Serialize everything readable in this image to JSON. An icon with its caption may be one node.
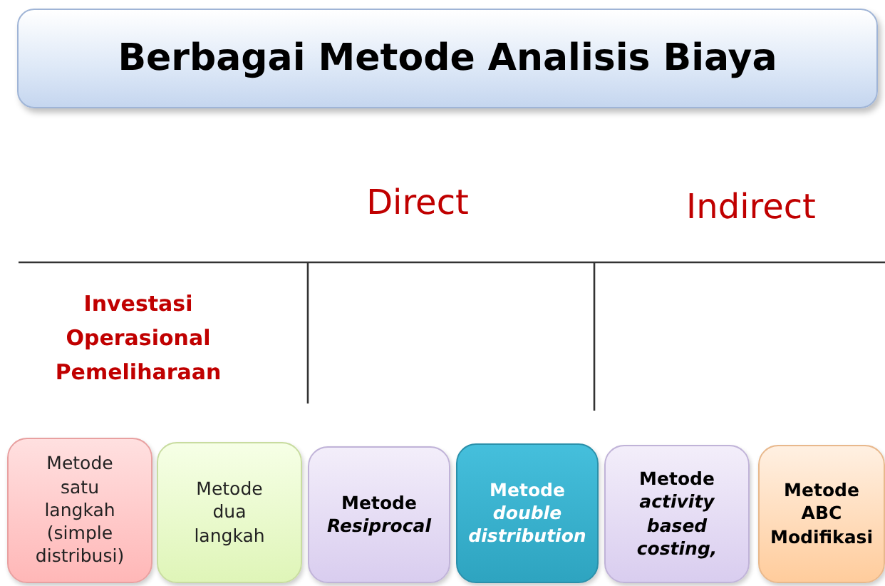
{
  "diagram": {
    "title": "Berbagai Metode Analisis Biaya",
    "nodes": [
      {
        "text": [
          "Metode satu langkah (simple distribusi)"
        ]
      },
      {
        "text": [
          "Metode dua langkah"
        ]
      },
      {
        "text": [
          "Metode *Resiprocal*"
        ]
      },
      {
        "text": [
          "Metode *double distribution*"
        ]
      },
      {
        "text": [
          "Metode *activity based costing,*"
        ]
      },
      {
        "text": [
          "Metode ABC Modifikasi"
        ]
      }
    ],
    "labels": [
      "Direct",
      "Indirect",
      "Investasi",
      "Operasional",
      "Pemeliharaan"
    ]
  }
}
